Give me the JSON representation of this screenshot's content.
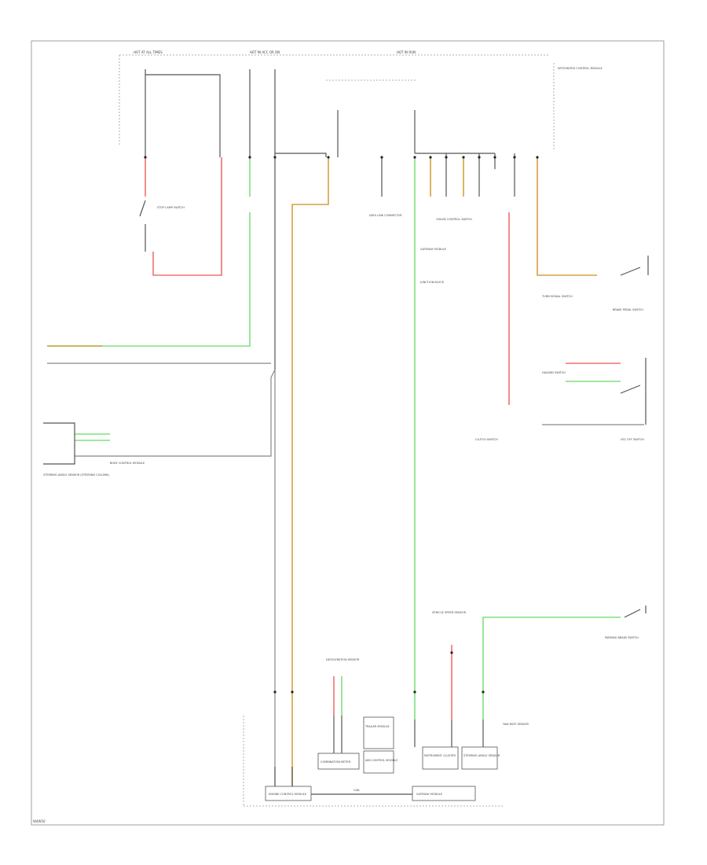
{
  "page_code": "W4W50",
  "labels": {
    "fuse_top_left": "HOT AT ALL TIMES",
    "fuse_top_mid": "HOT IN ACC OR ON",
    "fuse_top_right": "HOT IN RUN",
    "relay_box_top_right": "INTEGRATED CONTROL MODULE",
    "brake_switch": "STOP LAMP SWITCH",
    "data_link": "DATA LINK CONNECTOR",
    "hazard_switch": "HAZARD SWITCH",
    "cruise_switch": "CRUISE CONTROL SWITCH",
    "turn_signal": "TURN SIGNAL SWITCH",
    "ecm_bottom": "ENGINE CONTROL MODULE",
    "combination_meter": "COMBINATION METER",
    "steering_angle": "STEERING ANGLE SENSOR",
    "trailer_module": "TRAILER MODULE",
    "vehicle_speed": "VEHICLE SPEED SENSOR",
    "instrument_cluster": "INSTRUMENT CLUSTER",
    "abs_module": "ABS CONTROL MODULE",
    "can_label": "CAN",
    "left_sensor": "STEERING ANGLE SENSOR (STEERING COLUMN)",
    "brake_pedal_switch": "BRAKE PEDAL SWITCH",
    "clutch_switch": "CLUTCH SWITCH",
    "park_brake": "PARKING BRAKE SWITCH",
    "vsc_off": "VSC OFF SWITCH",
    "body_ecu": "BODY CONTROL MODULE",
    "gateway": "GATEWAY MODULE",
    "yaw_sensor": "YAW RATE SENSOR",
    "jb": "JUNCTION BLOCK",
    "g_sensor": "DECELERATION SENSOR"
  }
}
